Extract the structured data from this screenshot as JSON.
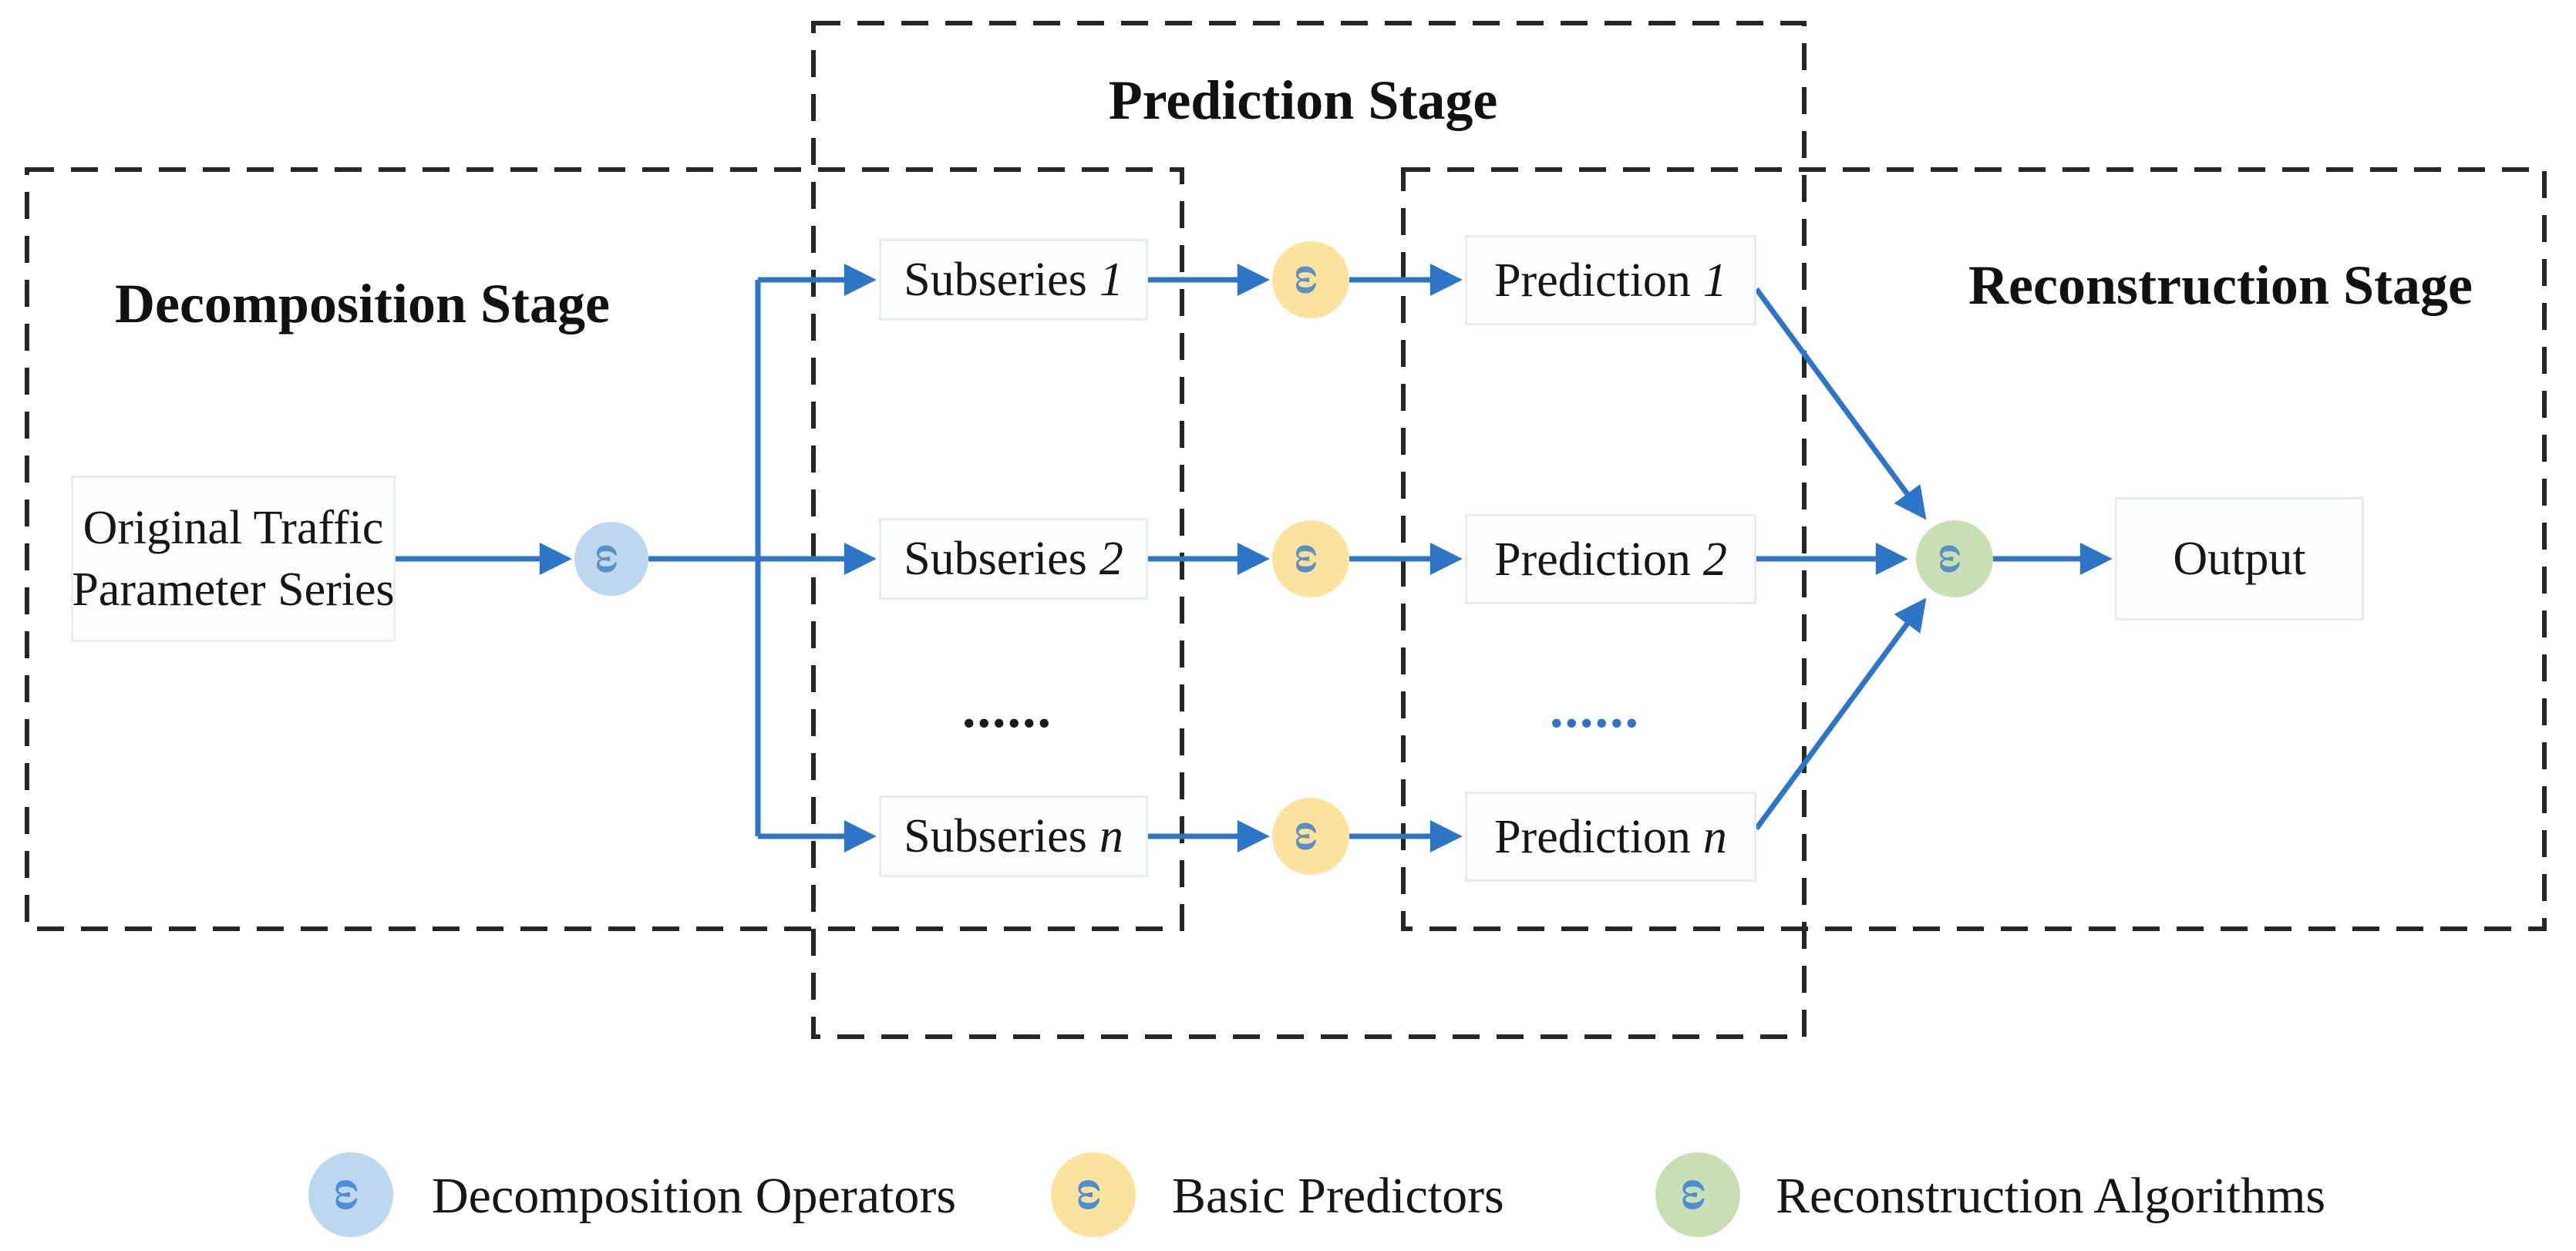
{
  "stages": [
    {
      "id": "decomposition",
      "title": "Decomposition Stage"
    },
    {
      "id": "prediction",
      "title": "Prediction Stage"
    },
    {
      "id": "reconstruction",
      "title": "Reconstruction Stage"
    }
  ],
  "nodes": {
    "input": {
      "line1": "Original Traffic",
      "line2": "Parameter Series"
    },
    "subseries": [
      {
        "base": "Subseries",
        "suffix": "1"
      },
      {
        "base": "Subseries",
        "suffix": "2"
      },
      {
        "base": "Subseries",
        "suffix": "n"
      }
    ],
    "predictions": [
      {
        "base": "Prediction",
        "suffix": "1"
      },
      {
        "base": "Prediction",
        "suffix": "2"
      },
      {
        "base": "Prediction",
        "suffix": "n"
      }
    ],
    "output": {
      "label": "Output"
    },
    "ellipsis_subseries": "......",
    "ellipsis_predictions": "......"
  },
  "operators": {
    "glyph": "ω"
  },
  "legend": [
    {
      "label": "Decomposition Operators",
      "color": "#bdd8ee"
    },
    {
      "label": "Basic Predictors",
      "color": "#fbe39e"
    },
    {
      "label": "Reconstruction Algorithms",
      "color": "#c6e0b4"
    }
  ],
  "colors": {
    "arrow": "#2c75c7",
    "dashed_border": "#262626",
    "operator_glyph": "#5c8fc4",
    "node_border": "#e7ebf3",
    "ellipsis_black": "#1a1a1a",
    "ellipsis_blue": "#2c75c7"
  }
}
